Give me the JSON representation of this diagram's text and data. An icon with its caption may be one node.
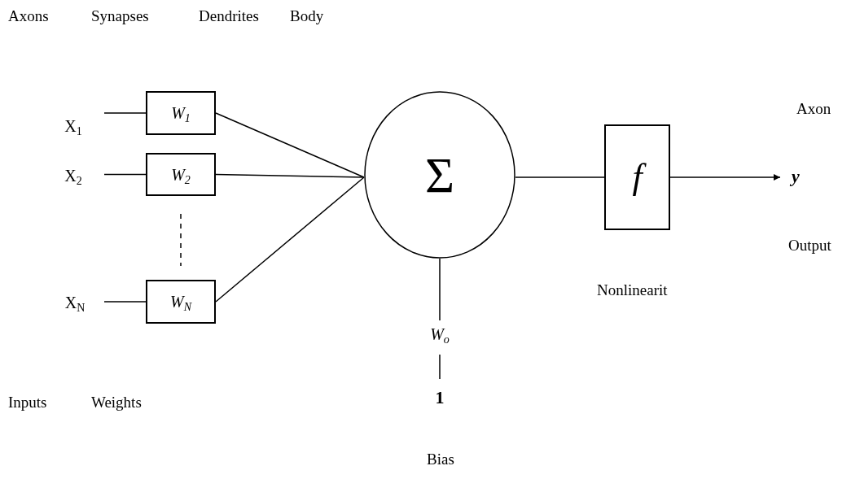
{
  "diagram": {
    "nodes": [
      {
        "text": [
          "X$_{1}$"
        ]
      },
      {
        "text": [
          "X$_{2}$"
        ]
      },
      {
        "text": [
          "X$_{N}$"
        ]
      },
      {
        "text": [
          "W$_{1}$"
        ]
      },
      {
        "text": [
          "W$_{2}$"
        ]
      },
      {
        "text": [
          "W$_{N}$"
        ]
      },
      {
        "text": [
          "Σ"
        ]
      },
      {
        "text": [
          "f"
        ]
      },
      {
        "text": [
          "y"
        ]
      },
      {
        "text": [
          "W$_{o}$"
        ]
      },
      {
        "text": [
          "1"
        ]
      }
    ],
    "edges": [
      {
        "from": 0,
        "to": 3,
        "arrow": "none"
      },
      {
        "from": 1,
        "to": 4,
        "arrow": "none"
      },
      {
        "from": 2,
        "to": 5,
        "arrow": "none"
      },
      {
        "from": 3,
        "to": 6,
        "arrow": "none"
      },
      {
        "from": 4,
        "to": 6,
        "arrow": "none"
      },
      {
        "from": 5,
        "to": 6,
        "arrow": "none"
      },
      {
        "from": 6,
        "to": 7,
        "arrow": "none"
      },
      {
        "from": 7,
        "to": 8,
        "arrow": "to"
      },
      {
        "from": 6,
        "to": 9,
        "arrow": "none"
      },
      {
        "from": 9,
        "to": 10,
        "arrow": "none"
      }
    ],
    "labels": [
      "Axons",
      "Synapses",
      "Dendrites",
      "Body",
      "Axon",
      "Output",
      "Nonlinearit",
      "Inputs",
      "Weights",
      "Bias"
    ]
  }
}
